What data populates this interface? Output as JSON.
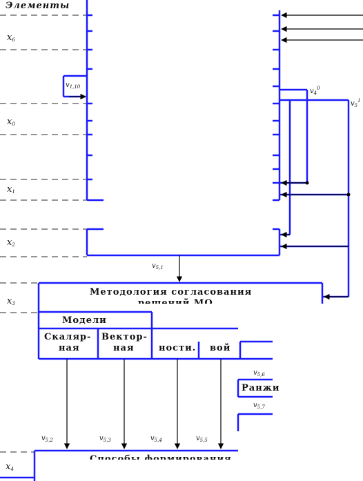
{
  "header": {
    "elements_label": "Элементы"
  },
  "levels": [
    "x6",
    "x0",
    "x1",
    "x2",
    "x3",
    "x4"
  ],
  "signals": {
    "v_1_10": "v1,10",
    "v_4_0": "v40",
    "v_5_1_top": "v51",
    "v_5_1": "v5,1",
    "v_5_2": "v5,2",
    "v_5_3": "v5,3",
    "v_5_4": "v5,4",
    "v_5_5": "v5,5",
    "v_5_6": "v5,6",
    "v_5_7": "v5,7"
  },
  "boxes": {
    "methodology_line1": "Методология согласования",
    "methodology_line2": "решений МО",
    "models": "Модели",
    "scalar_1": "Скаляр-",
    "scalar_2": "ная",
    "vector_1": "Вектор-",
    "vector_2": "ная",
    "col3_2": "ности.",
    "col4_2": "вой",
    "ranking": "Ранжи",
    "bottom_partial": "Способы формирования"
  },
  "colors": {
    "line": "#1a1aff",
    "dash": "#555555",
    "text": "#111111"
  }
}
